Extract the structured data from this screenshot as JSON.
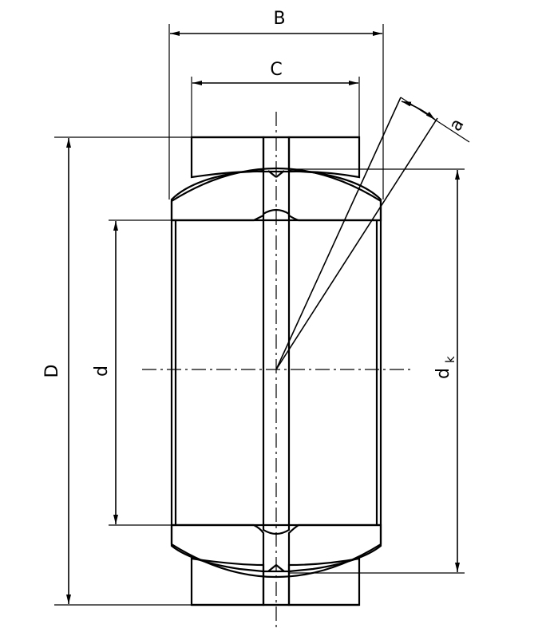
{
  "dimensions": {
    "B": "B",
    "C": "C",
    "D": "D",
    "d": "d",
    "dk_main": "d",
    "dk_sub": "k",
    "alpha": "a"
  }
}
